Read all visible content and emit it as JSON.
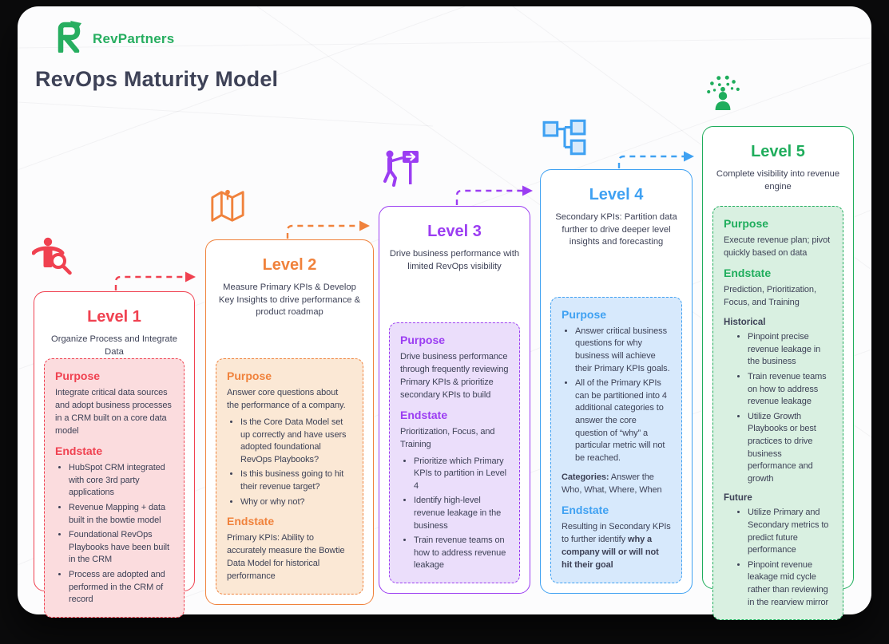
{
  "brand": {
    "name": "RevPartners",
    "logo_icon": "revpartners-arrow-r-logo",
    "color": "#27ae60"
  },
  "header": {
    "title": "RevOps Maturity Model"
  },
  "levels": [
    {
      "name": "Level 1",
      "icon": "person-magnifier-icon",
      "accent": "#f04150",
      "fill": "#fbdcde",
      "subtitle": "Organize Process and Integrate Data",
      "purpose_label": "Purpose",
      "purpose_text": "Integrate critical data sources and adopt business processes in a CRM built on a core data model",
      "endstate_label": "Endstate",
      "endstate_bullets": [
        "HubSpot CRM integrated with core 3rd party applications",
        "Revenue Mapping + data built in the bowtie model",
        "Foundational RevOps Playbooks have been built in the CRM",
        "Process are adopted and performed in the CRM of record"
      ]
    },
    {
      "name": "Level 2",
      "icon": "map-icon",
      "accent": "#f0823c",
      "fill": "#fbe8d5",
      "subtitle": "Measure Primary KPIs & Develop Key Insights to drive performance & product roadmap",
      "purpose_label": "Purpose",
      "purpose_text": "Answer core questions about the performance of a company.",
      "purpose_bullets": [
        "Is the Core Data Model set up correctly and have users adopted foundational RevOps Playbooks?",
        "Is this business going to hit their revenue target?",
        "Why or why not?"
      ],
      "endstate_label": "Endstate",
      "endstate_text": "Primary KPIs: Ability to accurately measure the Bowtie Data Model for historical performance"
    },
    {
      "name": "Level 3",
      "icon": "hiker-signpost-icon",
      "accent": "#9b3df2",
      "fill": "#ebdefb",
      "subtitle": "Drive business performance with limited RevOps visibility",
      "purpose_label": "Purpose",
      "purpose_text": "Drive business performance through frequently reviewing Primary KPIs & prioritize secondary KPIs to build",
      "endstate_label": "Endstate",
      "endstate_text": "Prioritization, Focus, and Training",
      "endstate_bullets": [
        "Prioritize which Primary KPIs to partition in Level 4",
        "Identify high-level revenue leakage in the business",
        "Train revenue teams on how to address revenue leakage"
      ]
    },
    {
      "name": "Level 4",
      "icon": "flowchart-icon",
      "accent": "#3fa1f2",
      "fill": "#d7e9fc",
      "subtitle": "Secondary KPIs: Partition data further to drive deeper level insights and forecasting",
      "purpose_label": "Purpose",
      "purpose_bullets": [
        "Answer critical business questions for why business will achieve their Primary KPIs goals.",
        "All of the Primary KPIs can be partitioned into 4 additional categories to answer the core question of “why” a particular metric will not be reached."
      ],
      "categories_label": "Categories:",
      "categories_text": " Answer the Who, What, Where, When",
      "endstate_label": "Endstate",
      "endstate_text_normal": "Resulting in Secondary KPIs to further identify ",
      "endstate_text_bold": "why a company will or will not hit their goal"
    },
    {
      "name": "Level 5",
      "icon": "juggling-person-icon",
      "accent": "#1fad5c",
      "fill": "#d9f0e1",
      "subtitle": "Complete visibility into revenue engine",
      "purpose_label": "Purpose",
      "purpose_text": "Execute revenue plan; pivot quickly based on data",
      "endstate_label": "Endstate",
      "endstate_text": "Prediction, Prioritization, Focus, and Training",
      "historical_label": "Historical",
      "historical_bullets": [
        "Pinpoint precise revenue leakage in the business",
        "Train revenue teams on how to address revenue leakage",
        "Utilize Growth Playbooks or best practices to drive business performance and growth"
      ],
      "future_label": "Future",
      "future_bullets": [
        "Utilize Primary and Secondary metrics to predict future performance",
        "Pinpoint revenue leakage mid cycle rather than reviewing in the rearview mirror"
      ]
    }
  ]
}
